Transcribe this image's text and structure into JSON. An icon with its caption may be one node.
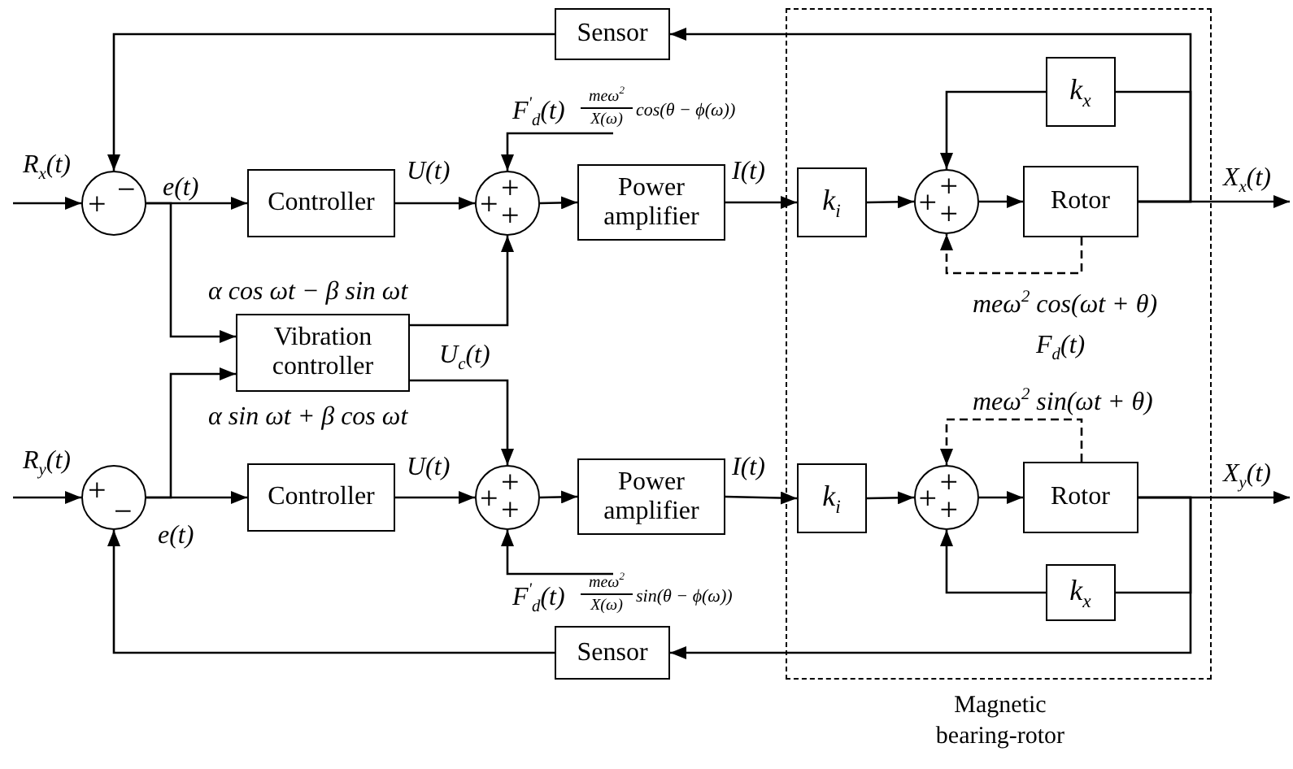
{
  "diagram": {
    "nodes": [
      {
        "text": [
          "Sensor"
        ]
      },
      {
        "text": [
          "F$^{'}$$_{d}$(t)",
          "meω$^{2}$",
          "X(ω)",
          "cos(θ − ϕ(ω))"
        ]
      },
      {
        "text": [
          "+",
          "−"
        ]
      },
      {
        "text": [
          "Controller"
        ]
      },
      {
        "text": [
          "+",
          "+",
          "+"
        ]
      },
      {
        "text": [
          "Power amplifier"
        ]
      },
      {
        "text": [
          "Magnetic bearing-rotor"
        ]
      },
      {
        "text": [
          "k$_{x}$"
        ],
        "in": 6
      },
      {
        "text": [
          "k$_{i}$"
        ],
        "in": 6
      },
      {
        "text": [
          "+",
          "+",
          "+"
        ],
        "in": 6
      },
      {
        "text": [
          "Rotor"
        ],
        "in": 6
      },
      {
        "text": [
          "Vibration controller"
        ]
      },
      {
        "text": [
          "+",
          "−"
        ]
      },
      {
        "text": [
          "Controller"
        ]
      },
      {
        "text": [
          "+",
          "+",
          "+"
        ]
      },
      {
        "text": [
          "Power amplifier"
        ]
      },
      {
        "text": [
          "k$_{i}$"
        ],
        "in": 6
      },
      {
        "text": [
          "+",
          "+",
          "+"
        ],
        "in": 6
      },
      {
        "text": [
          "Rotor"
        ],
        "in": 6
      },
      {
        "text": [
          "k$_{x}$"
        ],
        "in": 6
      },
      {
        "text": [
          "F$^{'}$$_{d}$(t)",
          "meω$^{2}$",
          "X(ω)",
          "sin(θ − ϕ(ω))"
        ]
      },
      {
        "text": [
          "Sensor"
        ]
      }
    ],
    "edges": [
      {
        "from": null,
        "to": 2,
        "arrow": "to"
      },
      {
        "from": 0,
        "to": 2,
        "arrow": "to"
      },
      {
        "from": 2,
        "to": 3,
        "arrow": "to"
      },
      {
        "from": 2,
        "to": 11,
        "arrow": "to"
      },
      {
        "from": 3,
        "to": 4,
        "arrow": "to"
      },
      {
        "from": 1,
        "to": 4,
        "arrow": "to"
      },
      {
        "from": 11,
        "to": 4,
        "arrow": "to"
      },
      {
        "from": 4,
        "to": 5,
        "arrow": "to"
      },
      {
        "from": 5,
        "to": 8,
        "arrow": "to"
      },
      {
        "from": 8,
        "to": 9,
        "arrow": "to"
      },
      {
        "from": 7,
        "to": 9,
        "arrow": "to"
      },
      {
        "from": 10,
        "to": 9,
        "arrow": "to",
        "style": "dashed"
      },
      {
        "from": 9,
        "to": 10,
        "arrow": "to"
      },
      {
        "from": 10,
        "to": null,
        "arrow": "to",
        "label": "X$_{x}$(t)"
      },
      {
        "from": 10,
        "to": 0,
        "arrow": "to"
      },
      {
        "from": 10,
        "to": 7,
        "arrow": "none"
      },
      {
        "from": null,
        "to": 12,
        "arrow": "to"
      },
      {
        "from": 12,
        "to": 13,
        "arrow": "to"
      },
      {
        "from": 12,
        "to": 11,
        "arrow": "to"
      },
      {
        "from": 11,
        "to": 14,
        "arrow": "to"
      },
      {
        "from": 13,
        "to": 14,
        "arrow": "to"
      },
      {
        "from": 20,
        "to": 14,
        "arrow": "to"
      },
      {
        "from": 14,
        "to": 15,
        "arrow": "to"
      },
      {
        "from": 15,
        "to": 16,
        "arrow": "to"
      },
      {
        "from": 16,
        "to": 17,
        "arrow": "to"
      },
      {
        "from": 19,
        "to": 17,
        "arrow": "to"
      },
      {
        "from": 18,
        "to": 17,
        "arrow": "to",
        "style": "dashed"
      },
      {
        "from": 17,
        "to": 18,
        "arrow": "to"
      },
      {
        "from": 18,
        "to": null,
        "arrow": "to",
        "label": "X$_{y}$(t)"
      },
      {
        "from": 18,
        "to": 21,
        "arrow": "to"
      },
      {
        "from": 18,
        "to": 19,
        "arrow": "none"
      },
      {
        "from": 21,
        "to": 12,
        "arrow": "to"
      }
    ],
    "labels": [
      "R$_{x}$(t)",
      "e(t)",
      "U(t)",
      "I(t)",
      "α cos ωt − β sin ωt",
      "meω$^{2}$ cos(ωt + θ)",
      "U$_{c}$(t)",
      "F$_{d}$(t)",
      "α sin ωt + β cos ωt",
      "meω$^{2}$ sin(ωt + θ)",
      "R$_{y}$(t)",
      "U(t)",
      "I(t)",
      "e(t)"
    ]
  }
}
